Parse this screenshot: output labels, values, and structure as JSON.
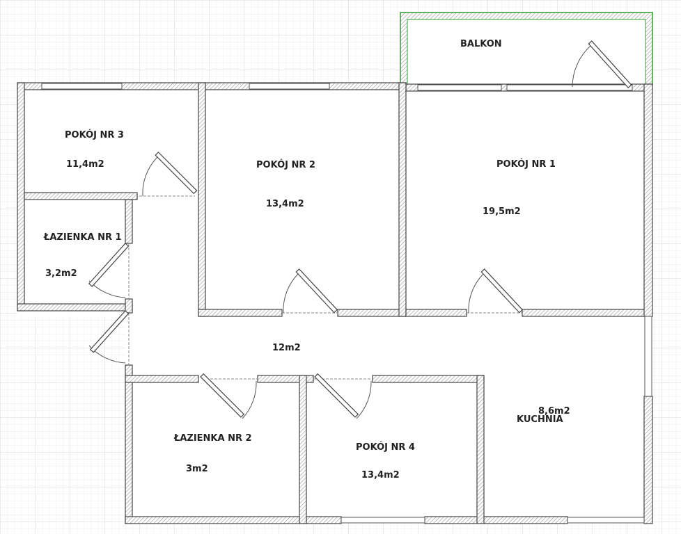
{
  "rooms": {
    "balkon": {
      "name": "BALKON"
    },
    "pokoj1": {
      "name": "POKÓJ NR 1",
      "area": "19,5m2"
    },
    "pokoj2": {
      "name": "POKÓJ NR 2",
      "area": "13,4m2"
    },
    "pokoj3": {
      "name": "POKÓJ NR 3",
      "area": "11,4m2"
    },
    "pokoj4": {
      "name": "POKÓJ NR 4",
      "area": "13,4m2"
    },
    "lazienka1": {
      "name": "ŁAZIENKA NR 1",
      "area": "3,2m2"
    },
    "lazienka2": {
      "name": "ŁAZIENKA NR 2",
      "area": "3m2"
    },
    "korytarz": {
      "area": "12m2"
    },
    "kuchnia": {
      "name": "KUCHNIA",
      "area": "8,6m2"
    }
  },
  "colors": {
    "balcony_outline": "#2e9e2e",
    "wall_stroke": "#444444",
    "grid": "#e3e3e3"
  }
}
